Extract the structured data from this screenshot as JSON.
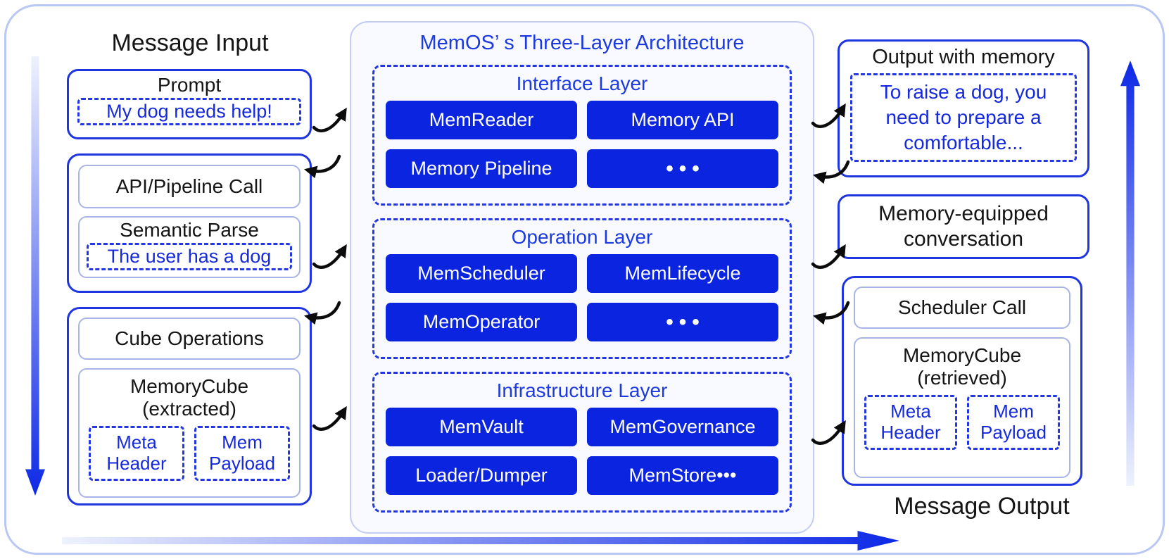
{
  "colors": {
    "module_blue": "#0b24e0",
    "border_blue": "#1e35e0",
    "dashed_blue": "#2338e2",
    "text_blue": "#1629db",
    "title_blue": "#1d39e0",
    "light_inner_border": "#a8b4e6",
    "frame_border": "#b9c7f3",
    "panel_bg": "#f8faff",
    "text_black": "#151515",
    "arrow_black": "#0b0b0b"
  },
  "left": {
    "title": "Message Input",
    "prompt": {
      "label": "Prompt",
      "content": "My dog needs help!"
    },
    "pipeline_group": {
      "api_call": "API/Pipeline Call",
      "semantic": {
        "label": "Semantic Parse",
        "content": "The user has a dog"
      }
    },
    "cube_group": {
      "operations": "Cube Operations",
      "memory_cube": {
        "title": "MemoryCube",
        "subtitle": "(extracted)",
        "meta": "Meta Header",
        "payload": "Mem Payload"
      }
    }
  },
  "center": {
    "title": "MemOS’ s Three-Layer Architecture",
    "layers": [
      {
        "name": "Interface Layer",
        "items": [
          "MemReader",
          "Memory API",
          "Memory Pipeline",
          "•••"
        ]
      },
      {
        "name": "Operation Layer",
        "items": [
          "MemScheduler",
          "MemLifecycle",
          "MemOperator",
          "•••"
        ]
      },
      {
        "name": "Infrastructure Layer",
        "items": [
          "MemVault",
          "MemGovernance",
          "Loader/Dumper",
          "MemStore•••"
        ]
      }
    ]
  },
  "right": {
    "output": {
      "label": "Output with memory",
      "content": "To raise a dog, you need to prepare a comfortable..."
    },
    "conversation": "Memory-equipped conversation",
    "scheduler_group": {
      "scheduler_call": "Scheduler Call",
      "memory_cube": {
        "title": "MemoryCube",
        "subtitle": "(retrieved)",
        "meta": "Meta Header",
        "payload": "Mem Payload"
      }
    },
    "title": "Message Output"
  }
}
